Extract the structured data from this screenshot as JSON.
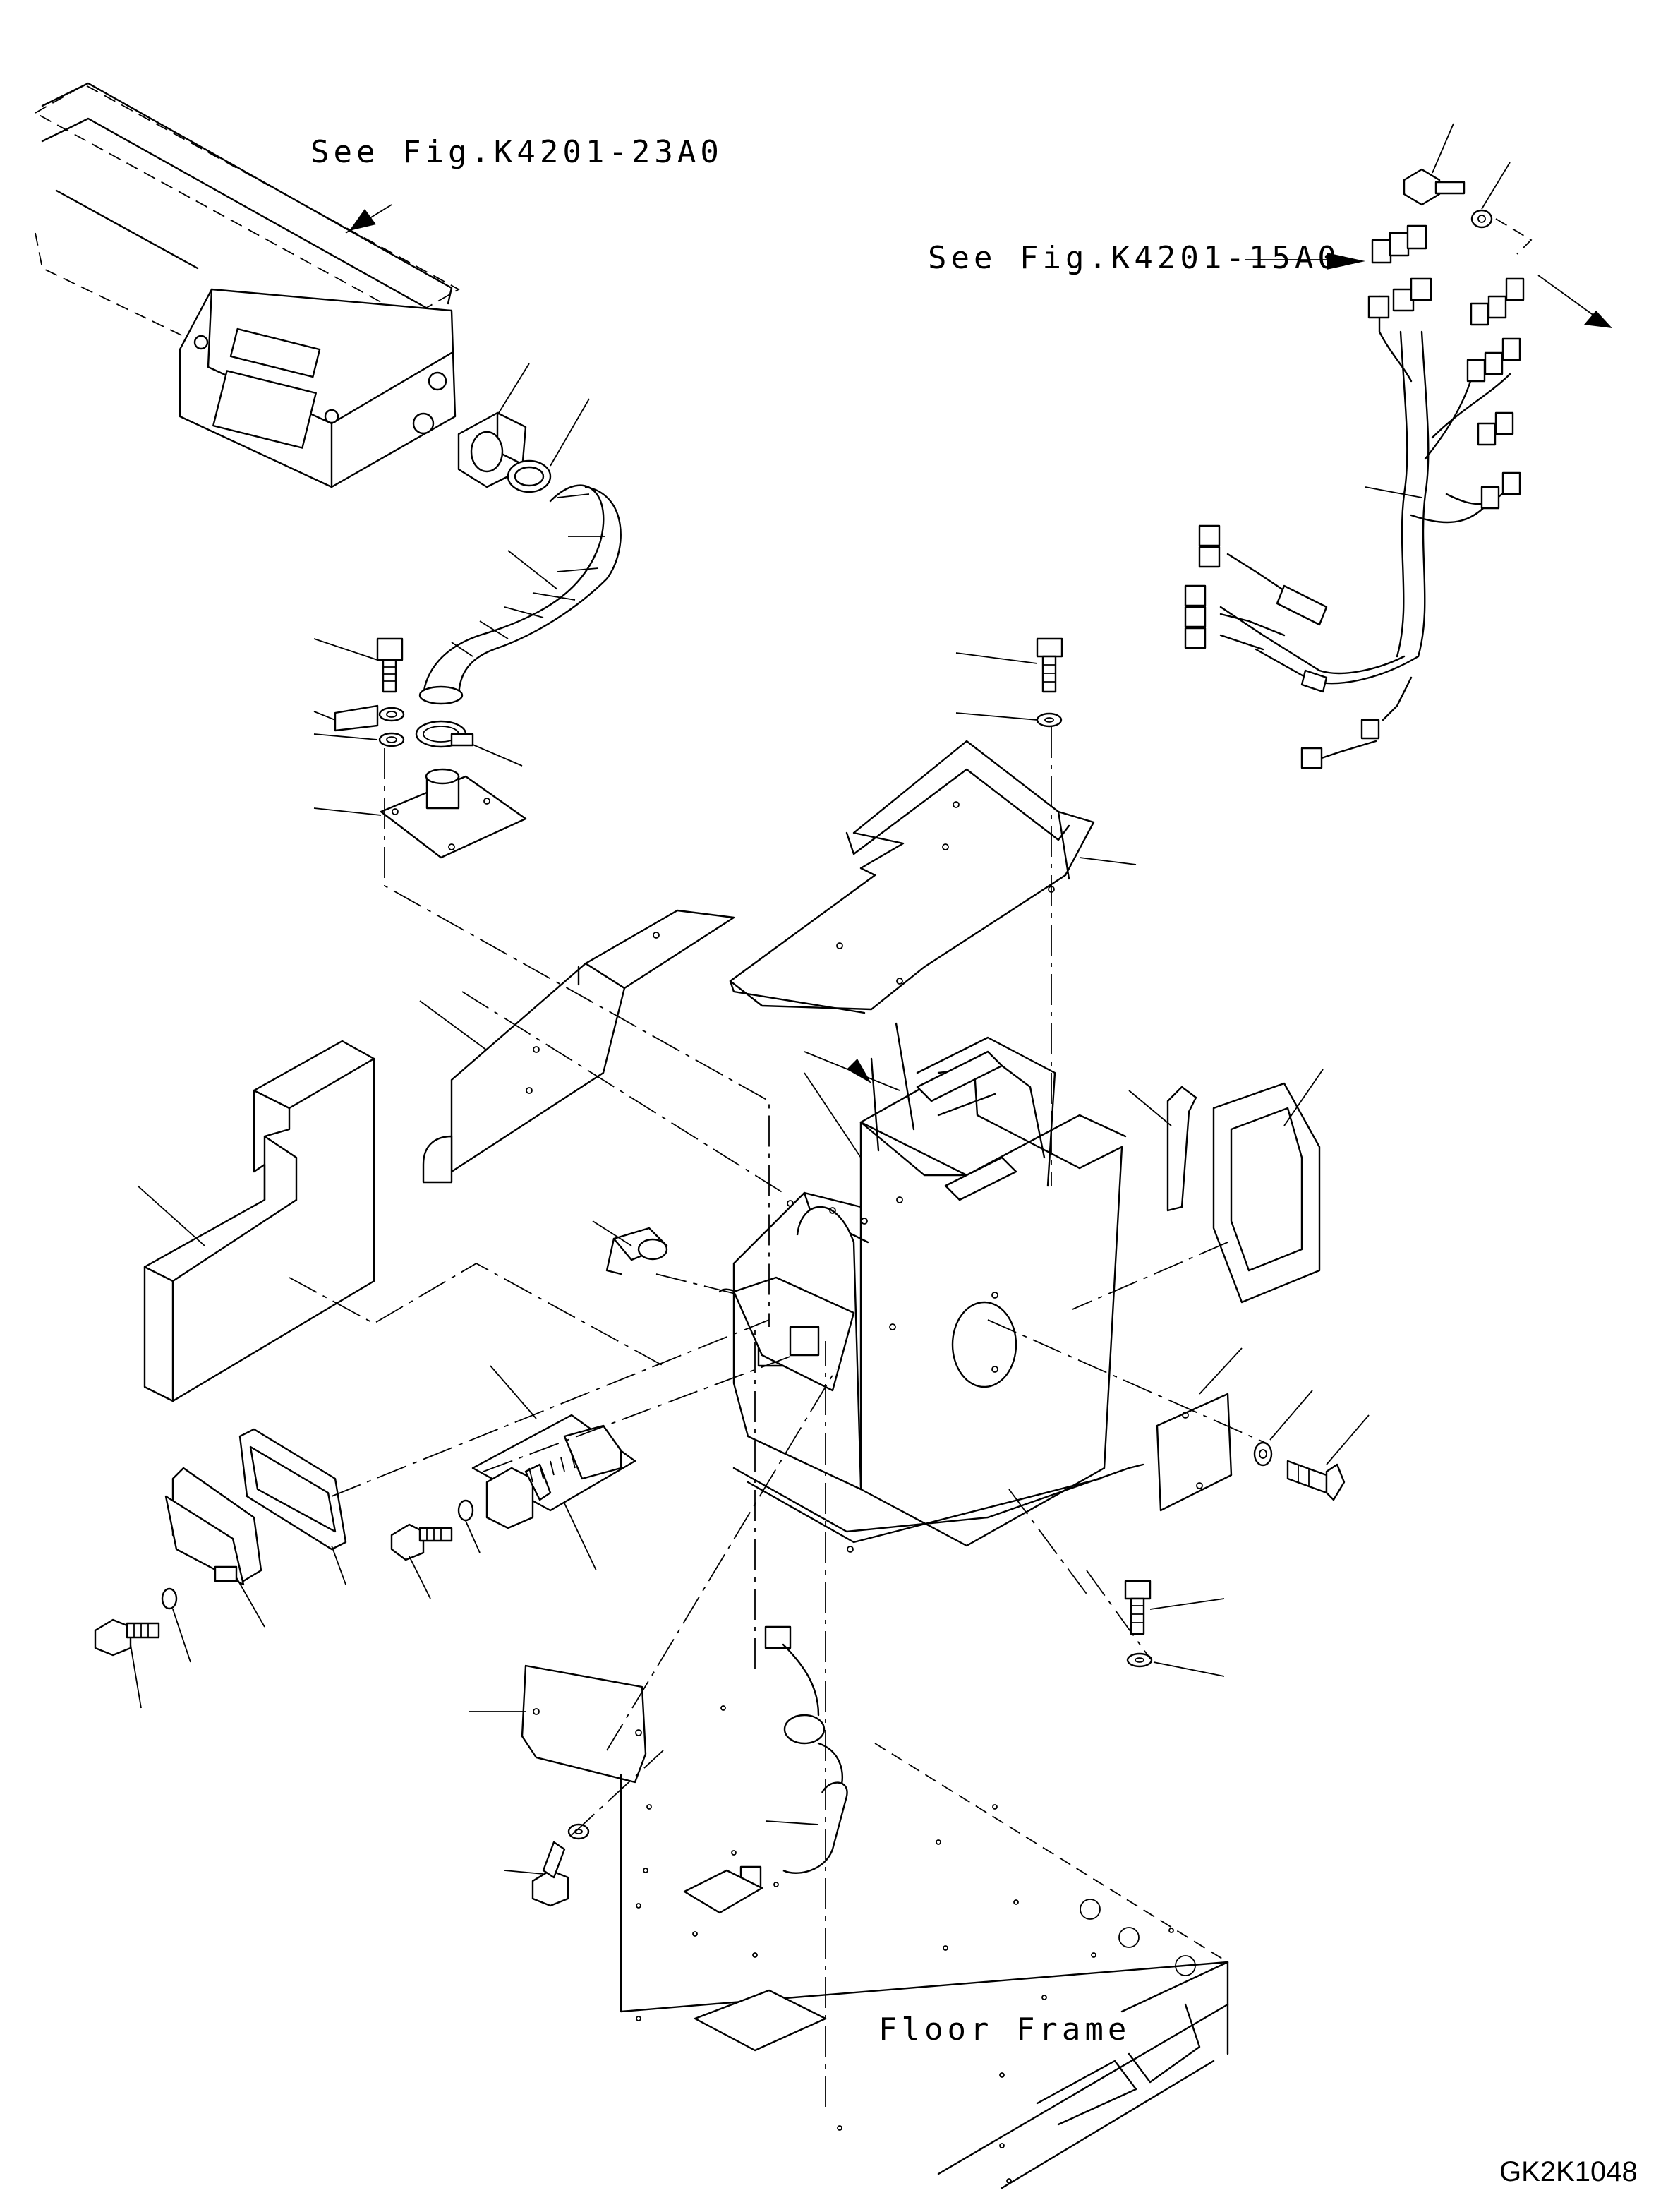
{
  "diagram": {
    "references": [
      {
        "id": "ref-top-left",
        "text": "See Fig.K4201-23A0"
      },
      {
        "id": "ref-top-right",
        "text": "See Fig.K4201-15A0"
      }
    ],
    "floor_label": "Floor Frame",
    "drawing_code": "GK2K1048"
  },
  "colors": {
    "line": "#000000",
    "background": "#ffffff"
  }
}
